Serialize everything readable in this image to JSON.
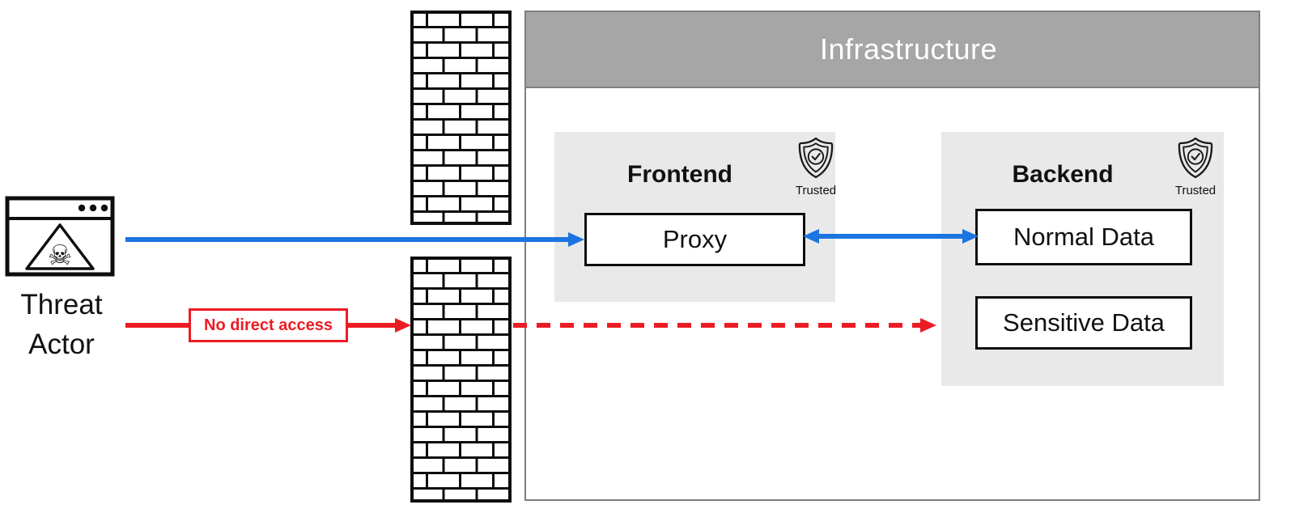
{
  "colors": {
    "arrow_blue": "#1b75e0",
    "arrow_red": "#ec1c24",
    "infra_header_fill": "#a6a6a6",
    "infra_header_text": "#ffffff",
    "infra_border": "#7f7f7f",
    "group_fill": "#e9e9e9",
    "node_border": "#0d0d0d",
    "background": "#ffffff"
  },
  "icons": {
    "threat_actor": "browser-skull-icon",
    "firewall": "brick-wall-icon",
    "trusted": "shield-check-icon",
    "browser_menu": "ellipsis-dots-icon"
  },
  "threat_actor": {
    "label": "Threat Actor"
  },
  "blocked_path": {
    "label": "No direct access"
  },
  "infrastructure": {
    "title": "Infrastructure",
    "frontend": {
      "title": "Frontend",
      "trusted_badge": "Trusted",
      "nodes": [
        {
          "label": "Proxy"
        }
      ]
    },
    "backend": {
      "title": "Backend",
      "trusted_badge": "Trusted",
      "nodes": [
        {
          "label": "Normal Data"
        },
        {
          "label": "Sensitive Data"
        }
      ]
    }
  }
}
